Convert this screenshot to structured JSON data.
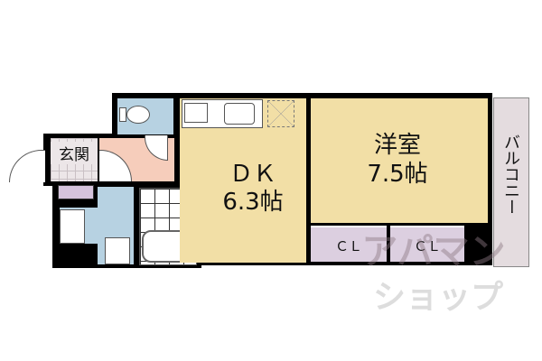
{
  "floorplan": {
    "colors": {
      "wall": "#000000",
      "dk": "#f2dfa6",
      "western_room": "#f2dfa6",
      "hallway": "#f6cdbb",
      "wet_area": "#b7d2e2",
      "toilet": "#b7d2e2",
      "closet": "#dccfe0",
      "balcony": "#e4dcdf",
      "entrance_tile": "#ece6e8"
    },
    "rooms": {
      "entrance": {
        "label": "玄関"
      },
      "dk": {
        "name": "ＤＫ",
        "size": "6.3帖"
      },
      "western_room": {
        "name": "洋室",
        "size": "7.5帖"
      },
      "closet_1": {
        "label": "ＣＬ"
      },
      "closet_2": {
        "label": "ＣＬ"
      },
      "balcony": {
        "label": "バルコニー"
      }
    },
    "watermark": {
      "line1": "アパマン",
      "line2": "ショップ"
    }
  }
}
